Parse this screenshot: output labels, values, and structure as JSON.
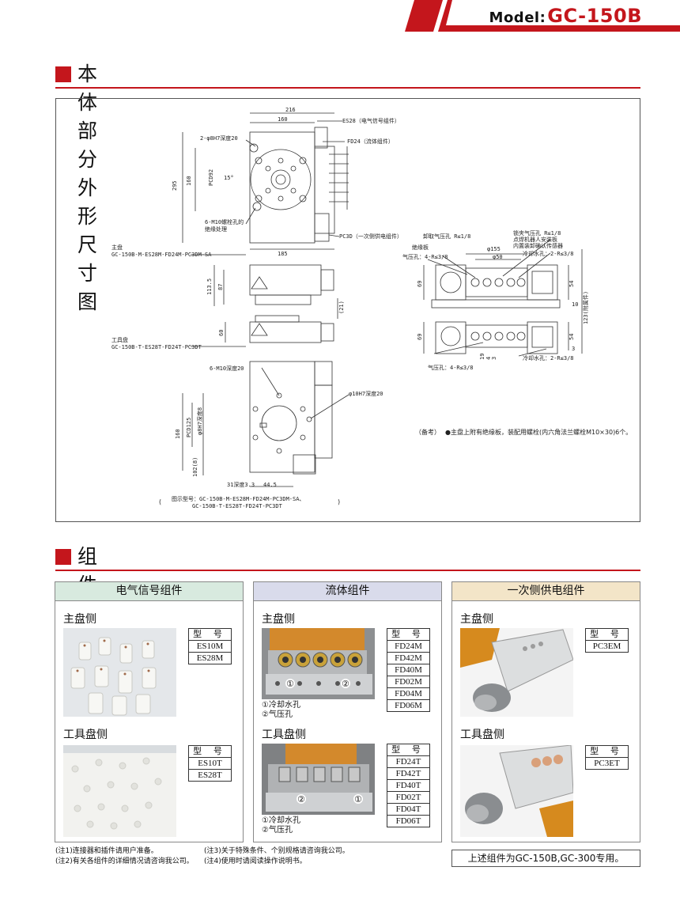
{
  "header": {
    "model_label": "Model:",
    "model_number": "GC-150B"
  },
  "section1": {
    "title": "本体部分外形尺寸图"
  },
  "section2": {
    "title": "组　　件"
  },
  "drawing": {
    "dims": {
      "d216": "216",
      "d160": "160",
      "d295": "295",
      "d160v": "160",
      "d185": "185",
      "d113_5": "113.5",
      "d87": "87",
      "d21": "(21)",
      "d60": "60",
      "d160b": "160",
      "d125": "PCD125",
      "d102": "102(8)",
      "d31": "31深度3.3",
      "d44_5": "44.5",
      "d155": "φ155",
      "d50": "φ50",
      "d69": "69",
      "d54": "54",
      "d123": "123(附属件)",
      "d69b": "69",
      "d54b": "54",
      "d10": "10",
      "d3": "3",
      "d19": "19",
      "d4": "4",
      "d3b": "3",
      "pcd92": "PCD92",
      "d15": "15°"
    },
    "labels": {
      "es28": "ES28（电气信号组件）",
      "fd24": "FD24（流体组件）",
      "h2": "2-φ8H7深度20",
      "m10a": "6-M10螺栓孔的",
      "m10b": "绝缘处理",
      "pc3d": "PC3D（一次侧供电组件）",
      "master_a": "主盘",
      "master_b": "GC-150B-M-ES28M-FD24M-PC3DM-SA",
      "tool_a": "工具盘",
      "tool_b": "GC-150B-T-ES28T-FD24T-PC3DT",
      "m10deep": "6-M10深度20",
      "h10": "φ10H7深度20",
      "h8": "φ8H7深度8",
      "fig_a": "图示型号：GC-150B-M-ES28M-FD24M-PC3DM-SA、",
      "fig_b": "GC-150B-T-ES28T-FD24T-PC3DT",
      "unlock": "卸取气压孔 R≤1/8",
      "insul": "绝缘板",
      "lock": "锁夹气压孔 R≤1/8",
      "sensor_a": "点焊机器人安装板",
      "sensor_b": "内置装卸确认传感器",
      "coolant_top": "冷却水孔：2-R≤3/8",
      "air_top": "气压孔：4-R≤3/8",
      "coolant_bot": "冷却水孔：2-R≤3/8",
      "air_bot": "气压孔：4-R≤3/8",
      "remark_label": "（备考）",
      "remark": "●主盘上附有绝缘板，装配用螺栓(内六角法兰螺栓M10×30)6个。"
    }
  },
  "panels": [
    {
      "title": "电气信号组件",
      "master_label": "主盘侧",
      "tool_label": "工具盘侧",
      "master_table": {
        "header": "型 号",
        "rows": [
          "ES10M",
          "ES28M"
        ]
      },
      "tool_table": {
        "header": "型 号",
        "rows": [
          "ES10T",
          "ES28T"
        ]
      }
    },
    {
      "title": "流体组件",
      "master_label": "主盘侧",
      "tool_label": "工具盘侧",
      "master_table": {
        "header": "型 号",
        "rows": [
          "FD24M",
          "FD42M",
          "FD40M",
          "FD02M",
          "FD04M",
          "FD06M"
        ]
      },
      "tool_table": {
        "header": "型 号",
        "rows": [
          "FD24T",
          "FD42T",
          "FD40T",
          "FD02T",
          "FD04T",
          "FD06T"
        ]
      },
      "master_caption": [
        "①冷却水孔",
        "②气压孔"
      ],
      "tool_caption": [
        "①冷却水孔",
        "②气压孔"
      ],
      "marker1": "①",
      "marker2": "②"
    },
    {
      "title": "一次侧供电组件",
      "master_label": "主盘侧",
      "tool_label": "工具盘侧",
      "master_table": {
        "header": "型 号",
        "rows": [
          "PC3EM"
        ]
      },
      "tool_table": {
        "header": "型 号",
        "rows": [
          "PC3ET"
        ]
      }
    }
  ],
  "notes": {
    "n1": "(注1)连接器和插件请用户准备。",
    "n2": "(注2)有关各组件的详细情况请咨询我公司。",
    "n3": "(注3)关于特殊条件、个别规格请咨询我公司。",
    "n4": "(注4)使用时请阅读操作说明书。",
    "summary": "上述组件为GC-150B,GC-300专用。"
  },
  "colors": {
    "accent": "#c4161c",
    "panel_head_1": "#d8eadf",
    "panel_head_2": "#d9dbeb",
    "panel_head_3": "#f3e5c8"
  }
}
